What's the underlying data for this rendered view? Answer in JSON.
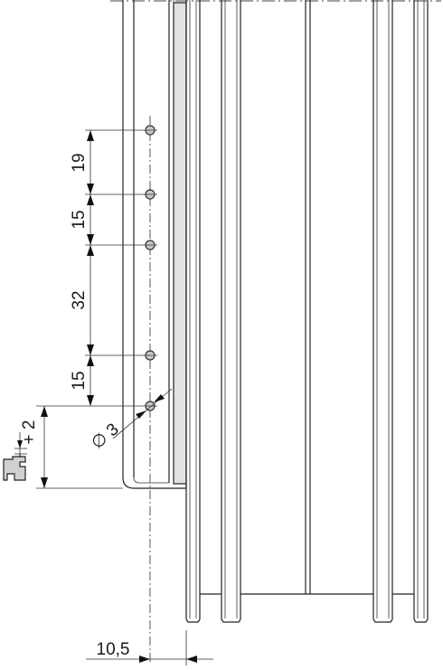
{
  "dimensions": {
    "d19": "19",
    "d15_upper": "15",
    "d32": "32",
    "d15_lower": "15",
    "plus2": "+ 2",
    "hole_diameter": "∅ 3",
    "offset": "10,5"
  }
}
